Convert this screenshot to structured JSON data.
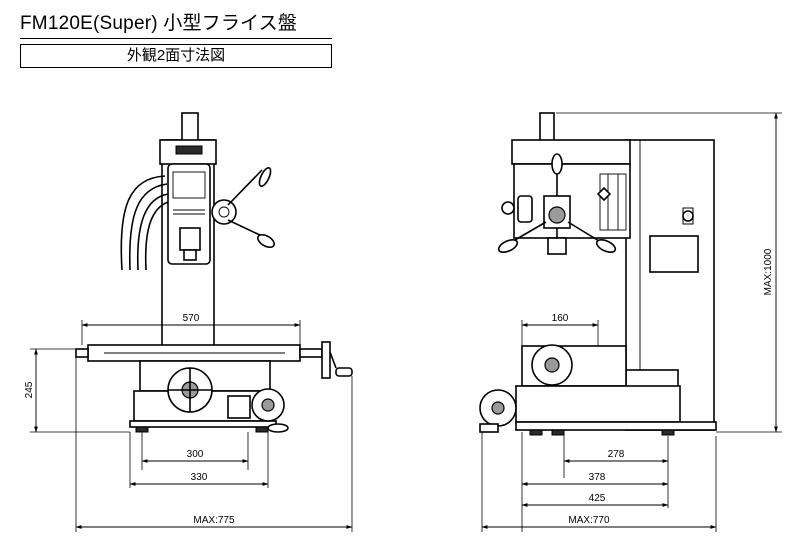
{
  "header": {
    "title": "FM120E(Super) 小型フライス盤",
    "subtitle": "外観2面寸法図"
  },
  "front_view": {
    "dimensions": {
      "table_length": "570",
      "height": "245",
      "base_inner": "300",
      "base_outer": "330",
      "overall_width": "MAX:775"
    }
  },
  "side_view": {
    "dimensions": {
      "table_depth": "160",
      "overall_height": "MAX:1000",
      "d278": "278",
      "d378": "378",
      "d425": "425",
      "overall_depth": "MAX:770"
    }
  }
}
